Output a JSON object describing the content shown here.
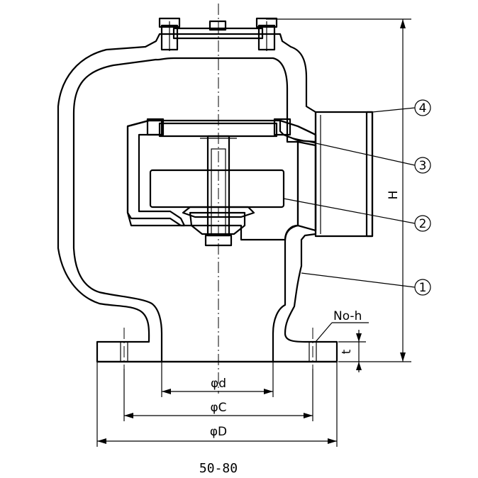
{
  "callouts": [
    "4",
    "3",
    "2",
    "1"
  ],
  "dims": {
    "d": "φd",
    "c": "φC",
    "D": "φD",
    "H": "H",
    "t": "t",
    "noh": "No-h"
  },
  "caption": "50-80"
}
